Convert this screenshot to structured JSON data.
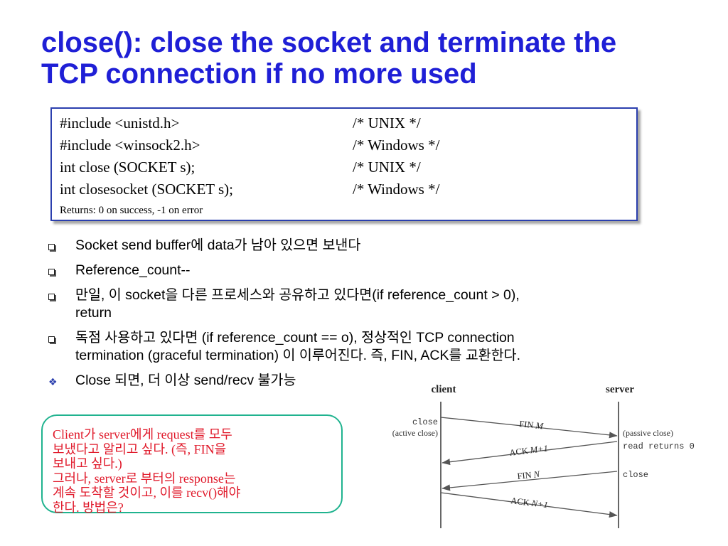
{
  "title": {
    "line1": "close(): close the socket and terminate the",
    "line2": "TCP connection if no more used"
  },
  "code": [
    {
      "code": "#include <unistd.h>",
      "comment": "/* UNIX */"
    },
    {
      "code": "#include <winsock2.h>",
      "comment": "/* Windows */"
    },
    {
      "code": "int close (SOCKET s);",
      "comment": "/* UNIX */"
    },
    {
      "code": "int closesocket (SOCKET s);",
      "comment": "/* Windows */"
    }
  ],
  "code_returns": "Returns: 0 on success, -1 on error",
  "bullets": [
    {
      "marker": "square",
      "lines": [
        "Socket send buffer에 data가 남아 있으면 보낸다"
      ]
    },
    {
      "marker": "square",
      "lines": [
        "Reference_count--"
      ]
    },
    {
      "marker": "square",
      "lines": [
        "만일, 이 socket을 다른 프로세스와 공유하고 있다면(if reference_count > 0),",
        "return"
      ]
    },
    {
      "marker": "square",
      "lines": [
        "독점 사용하고 있다면 (if reference_count == o), 정상적인 TCP connection",
        "termination (graceful termination) 이 이루어진다. 즉, FIN, ACK를 교환한다."
      ]
    },
    {
      "marker": "diamond",
      "lines": [
        "Close 되면, 더 이상 send/recv 불가능"
      ]
    }
  ],
  "note": {
    "lines": [
      "Client가 server에게 request를 모두",
      "보냈다고 알리고 싶다. (즉, FIN을",
      "보내고 싶다.)",
      "그러나, server로 부터의 response는",
      "계속 도착할 것이고, 이를 recv()해야",
      "한다. 방법은?"
    ]
  },
  "diagram": {
    "client_label": "client",
    "server_label": "server",
    "client_annotations": {
      "close": "close",
      "active_close": "(active close)"
    },
    "server_annotations": {
      "passive_close": "(passive close)",
      "read_returns": "read returns 0",
      "close": "close"
    },
    "messages": [
      {
        "prefix": "FIN ",
        "var": "M"
      },
      {
        "prefix": "ACK ",
        "var": "M+1"
      },
      {
        "prefix": "FIN ",
        "var": "N"
      },
      {
        "prefix": "ACK ",
        "var": "N+1"
      }
    ]
  },
  "colors": {
    "title": "#1f1fd6",
    "code_border": "#2b3fae",
    "note_border": "#20b38f",
    "note_text": "#e0192a"
  }
}
